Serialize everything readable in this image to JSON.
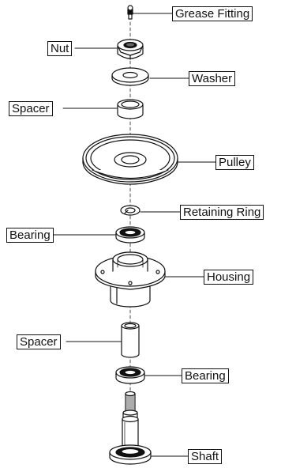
{
  "diagram": {
    "labels": {
      "grease_fitting": "Grease Fitting",
      "nut": "Nut",
      "washer": "Washer",
      "spacer_top": "Spacer",
      "pulley": "Pulley",
      "retaining_ring": "Retaining Ring",
      "bearing_top": "Bearing",
      "housing": "Housing",
      "spacer_bottom": "Spacer",
      "bearing_bottom": "Bearing",
      "shaft": "Shaft"
    }
  }
}
